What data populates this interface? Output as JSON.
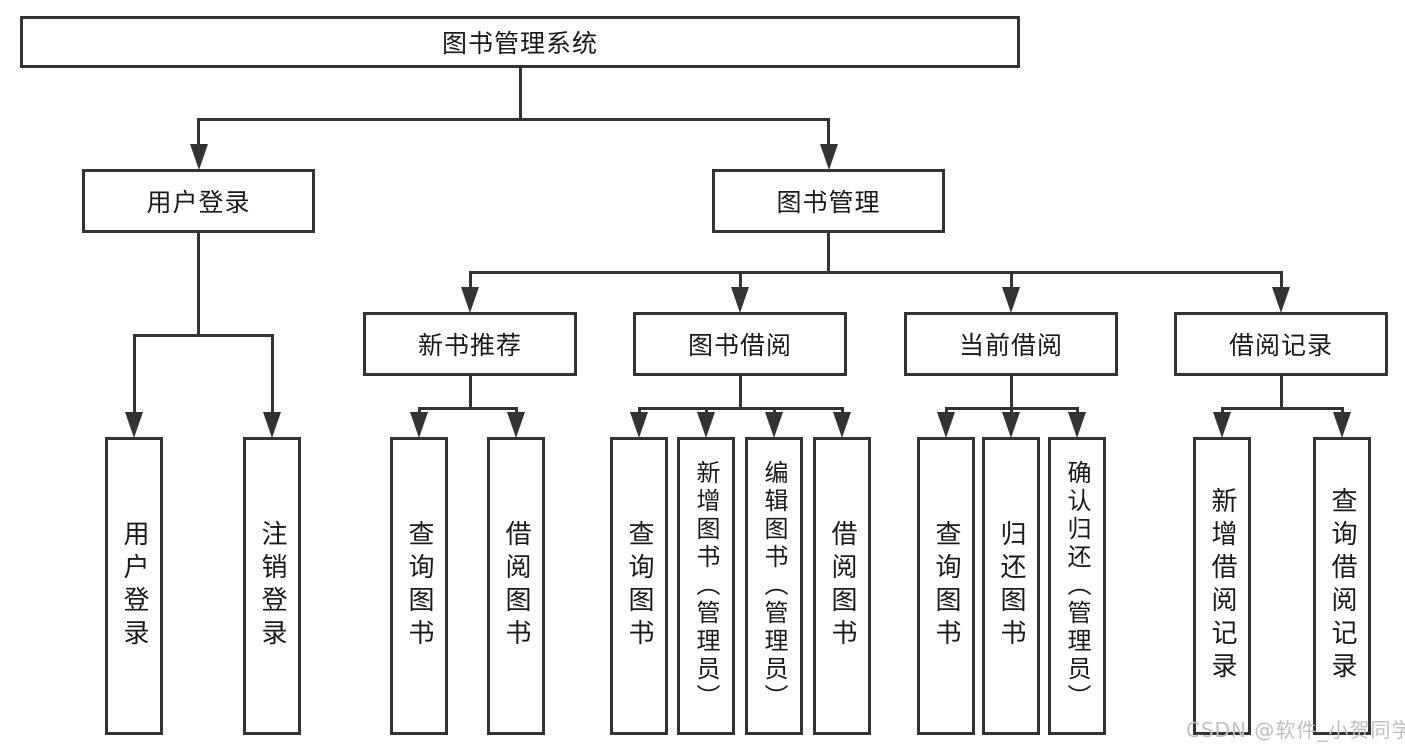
{
  "diagram": {
    "type": "hierarchy-tree",
    "title": "图书管理系统"
  },
  "nodes": {
    "root": {
      "label": "图书管理系统"
    },
    "login": {
      "label": "用户登录"
    },
    "mgmt": {
      "label": "图书管理"
    },
    "newrec": {
      "label": "新书推荐"
    },
    "borrow": {
      "label": "图书借阅"
    },
    "current": {
      "label": "当前借阅"
    },
    "records": {
      "label": "借阅记录"
    },
    "a1": {
      "label": "用户登录"
    },
    "a2": {
      "label": "注销登录"
    },
    "b1": {
      "label": "查询图书"
    },
    "b2": {
      "label": "借阅图书"
    },
    "c1": {
      "label": "查询图书"
    },
    "c2": {
      "label": "新增图书（管理员）"
    },
    "c3": {
      "label": "编辑图书（管理员）"
    },
    "c4": {
      "label": "借阅图书"
    },
    "d1": {
      "label": "查询图书"
    },
    "d2": {
      "label": "归还图书"
    },
    "d3": {
      "label": "确认归还（管理员）"
    },
    "e1": {
      "label": "新增借阅记录"
    },
    "e2": {
      "label": "查询借阅记录"
    }
  },
  "edges": [
    {
      "parent": "root",
      "children": [
        "login",
        "mgmt"
      ]
    },
    {
      "parent": "login",
      "children": [
        "a1",
        "a2"
      ]
    },
    {
      "parent": "mgmt",
      "children": [
        "newrec",
        "borrow",
        "current",
        "records"
      ]
    },
    {
      "parent": "newrec",
      "children": [
        "b1",
        "b2"
      ]
    },
    {
      "parent": "borrow",
      "children": [
        "c1",
        "c2",
        "c3",
        "c4"
      ]
    },
    {
      "parent": "current",
      "children": [
        "d1",
        "d2",
        "d3"
      ]
    },
    {
      "parent": "records",
      "children": [
        "e1",
        "e2"
      ]
    }
  ],
  "watermark": {
    "text": "CSDN @软件_小贺同学"
  },
  "colors": {
    "line": "#333333",
    "text": "#1a1a1a",
    "watermark": "#bfbfbf",
    "background": "#ffffff"
  }
}
